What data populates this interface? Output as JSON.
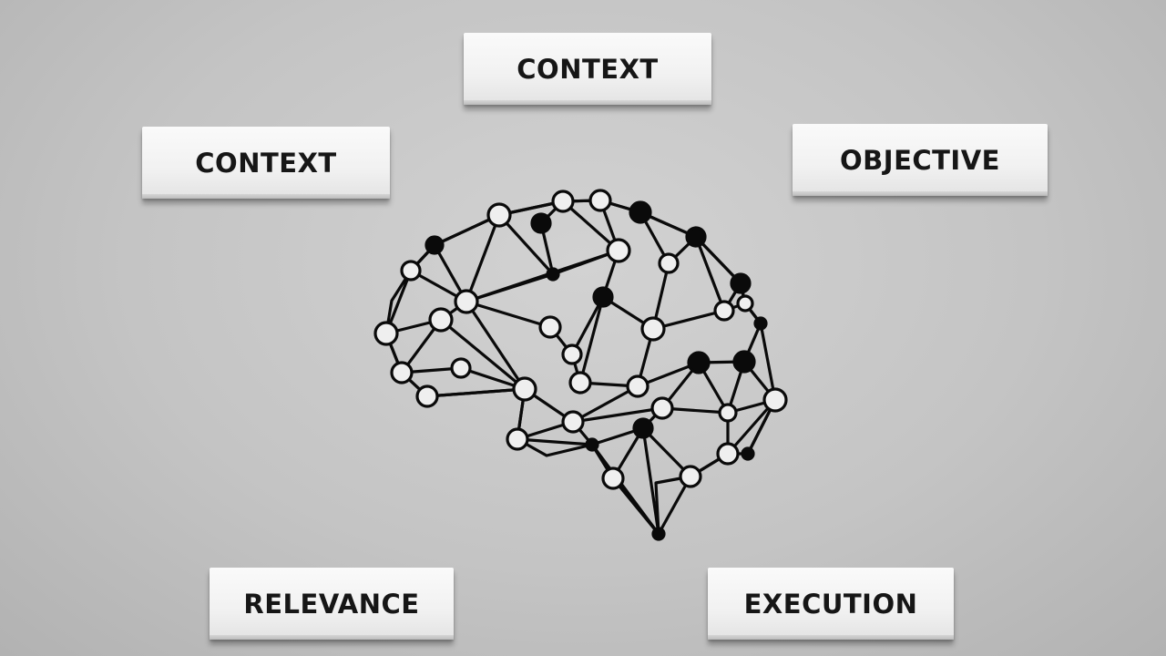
{
  "blocks": {
    "top": "CONTEXT",
    "left": "CONTEXT",
    "right": "OBJECTIVE",
    "bottom_left": "RELEVANCE",
    "bottom_right": "EXECUTION"
  },
  "colors": {
    "background": "#c8c8c8",
    "block_face": "#f5f5f5",
    "text": "#161616",
    "network": "#0a0a0a"
  },
  "graphic": {
    "icon": "brain-network-icon"
  }
}
